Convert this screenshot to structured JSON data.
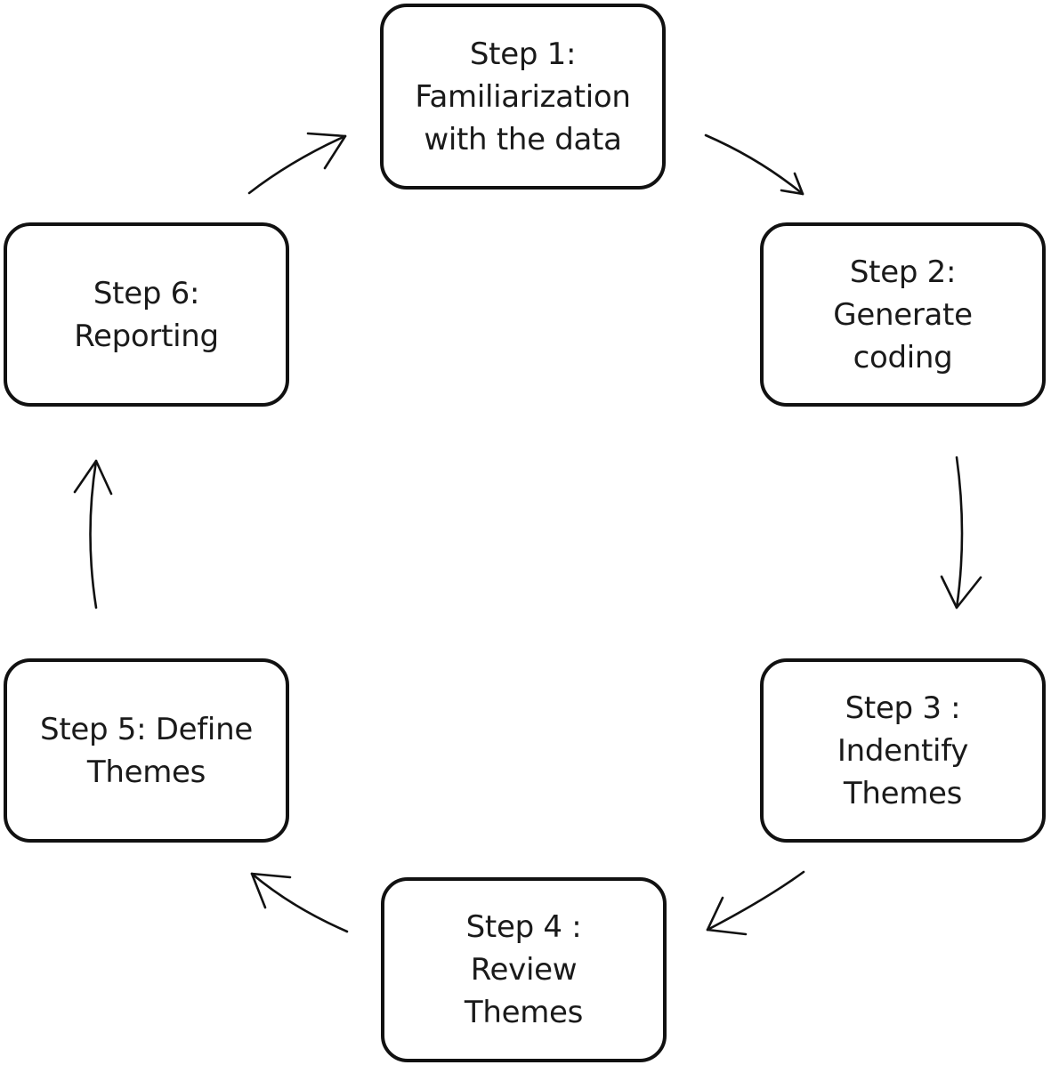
{
  "diagram": {
    "steps": [
      {
        "id": "step1",
        "label": "Step 1:\nFamiliarization\nwith the data"
      },
      {
        "id": "step2",
        "label": "Step 2:\nGenerate\ncoding"
      },
      {
        "id": "step3",
        "label": "Step 3 :\nIndentify\nThemes"
      },
      {
        "id": "step4",
        "label": "Step 4 :\nReview\nThemes"
      },
      {
        "id": "step5",
        "label": "Step 5: Define\nThemes"
      },
      {
        "id": "step6",
        "label": "Step 6:\nReporting"
      }
    ],
    "connections": [
      {
        "from": "step1",
        "to": "step2"
      },
      {
        "from": "step2",
        "to": "step3"
      },
      {
        "from": "step3",
        "to": "step4"
      },
      {
        "from": "step4",
        "to": "step5"
      },
      {
        "from": "step5",
        "to": "step6"
      },
      {
        "from": "step6",
        "to": "step1"
      }
    ],
    "colors": {
      "stroke": "#111111",
      "text": "#1a1a1a",
      "background": "#ffffff"
    }
  }
}
